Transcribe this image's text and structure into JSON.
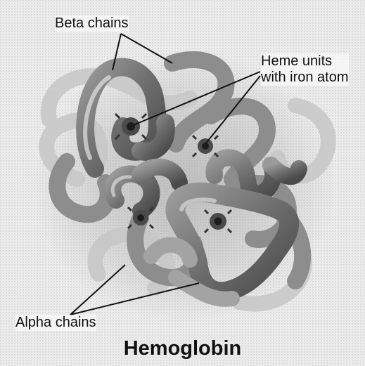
{
  "labels": {
    "beta": "Beta chains",
    "heme_line1": "Heme units",
    "heme_line2": "with iron atom",
    "alpha": "Alpha chains"
  },
  "title": "Hemoglobin"
}
